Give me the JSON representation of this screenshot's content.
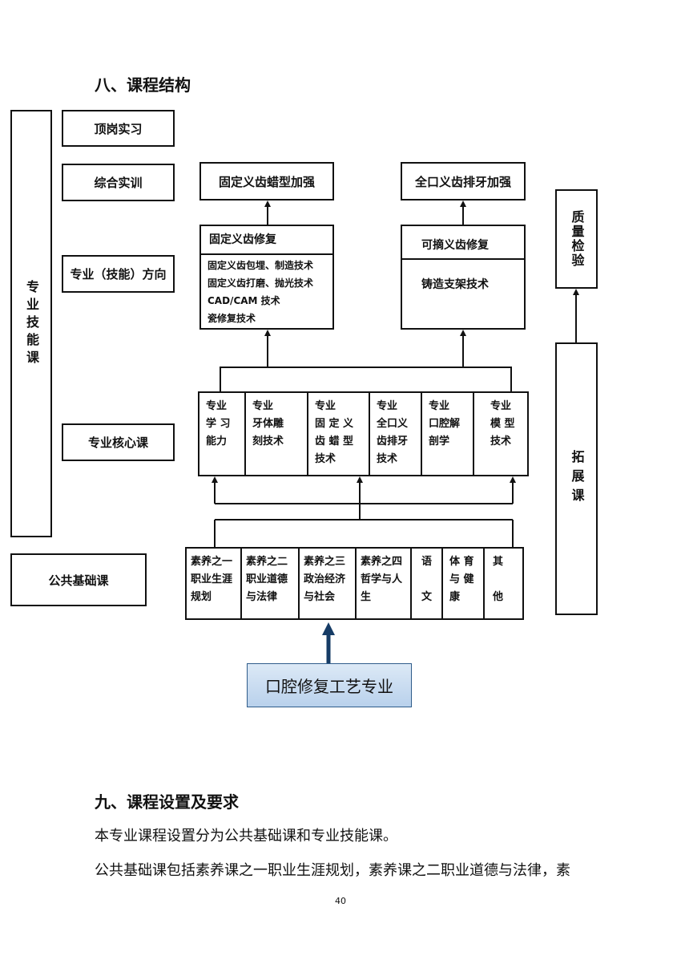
{
  "heading8": "八、课程结构",
  "heading9": "九、课程设置及要求",
  "para1": "本专业课程设置分为公共基础课和专业技能课。",
  "para2": "公共基础课包括素养课之一职业生涯规划，素养课之二职业道德与法律，素",
  "page_number": "40",
  "left_vertical": "专业技能课",
  "left_labels": {
    "l1": "顶岗实习",
    "l2": "综合实训",
    "l3": "专业（技能）方向",
    "l4": "专业核心课",
    "l5": "公共基础课"
  },
  "top_boxes": {
    "fixed_wax": "固定义齿蜡型加强",
    "full_arrange": "全口义齿排牙加强"
  },
  "fixed_denture": {
    "title": "固定义齿修复",
    "items": [
      "固定义齿包埋、制造技术",
      "固定义齿打磨、抛光技术",
      "CAD/CAM 技术",
      "瓷修复技术"
    ]
  },
  "removable_denture": {
    "title": "可摘义齿修复",
    "item": "铸造支架技术"
  },
  "core_courses": [
    [
      "专业",
      "学 习",
      "能力"
    ],
    [
      "专业",
      "牙体雕",
      "刻技术"
    ],
    [
      "专业",
      "固 定 义",
      "齿 蜡 型",
      "技术"
    ],
    [
      "专业",
      "全口义",
      "齿排牙",
      "技术"
    ],
    [
      "专业",
      "口腔解",
      "剖学"
    ],
    [
      "专业",
      "模 型",
      "技术"
    ]
  ],
  "basic_courses": [
    [
      "素养之一",
      "职业生涯",
      "规划"
    ],
    [
      "素养之二",
      "职业道德",
      "与法律"
    ],
    [
      "素养之三",
      "政治经济",
      "与社会"
    ],
    [
      "素养之四",
      "哲学与人",
      "生"
    ],
    [
      "语",
      "",
      "文"
    ],
    [
      "体 育",
      "与 健",
      "康"
    ],
    [
      "其",
      "",
      "他"
    ]
  ],
  "quality": "质量检验",
  "extension": "拓展课",
  "major": "口腔修复工艺专业"
}
